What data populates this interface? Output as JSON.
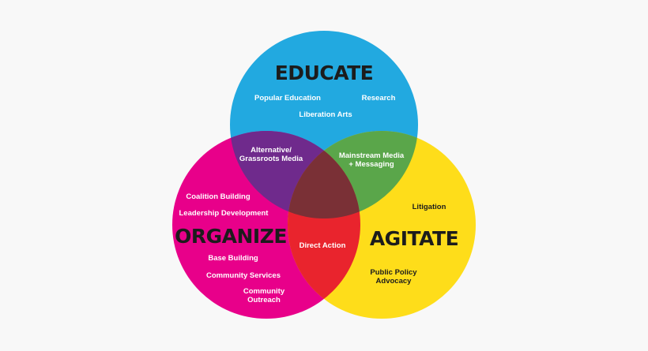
{
  "colors": {
    "background": "#f8f8f8",
    "educate": "#22a9e0",
    "organize": "#e8008a",
    "agitate": "#fedd1a",
    "educate_organize": "#6f2a8c",
    "educate_agitate": "#5aa64a",
    "organize_agitate": "#e9242d",
    "center": "#7a3036",
    "title_text": "#1c1c1c",
    "light_text": "#ffffff",
    "dark_text": "#1c1c1c"
  },
  "circles": {
    "educate": {
      "title": "EDUCATE",
      "items": [
        "Popular Education",
        "Research",
        "Liberation Arts"
      ]
    },
    "organize": {
      "title": "ORGANIZE",
      "items": [
        "Coalition Building",
        "Leadership Development",
        "Base Building",
        "Community Services",
        "Community",
        "Outreach"
      ]
    },
    "agitate": {
      "title": "AGITATE",
      "items": [
        "Litigation",
        "Public Policy",
        "Advocacy"
      ]
    }
  },
  "overlaps": {
    "educate_organize": [
      "Alternative/",
      "Grassroots Media"
    ],
    "educate_agitate": [
      "Mainstream Media",
      "+ Messaging"
    ],
    "organize_agitate": [
      "Direct Action"
    ]
  }
}
